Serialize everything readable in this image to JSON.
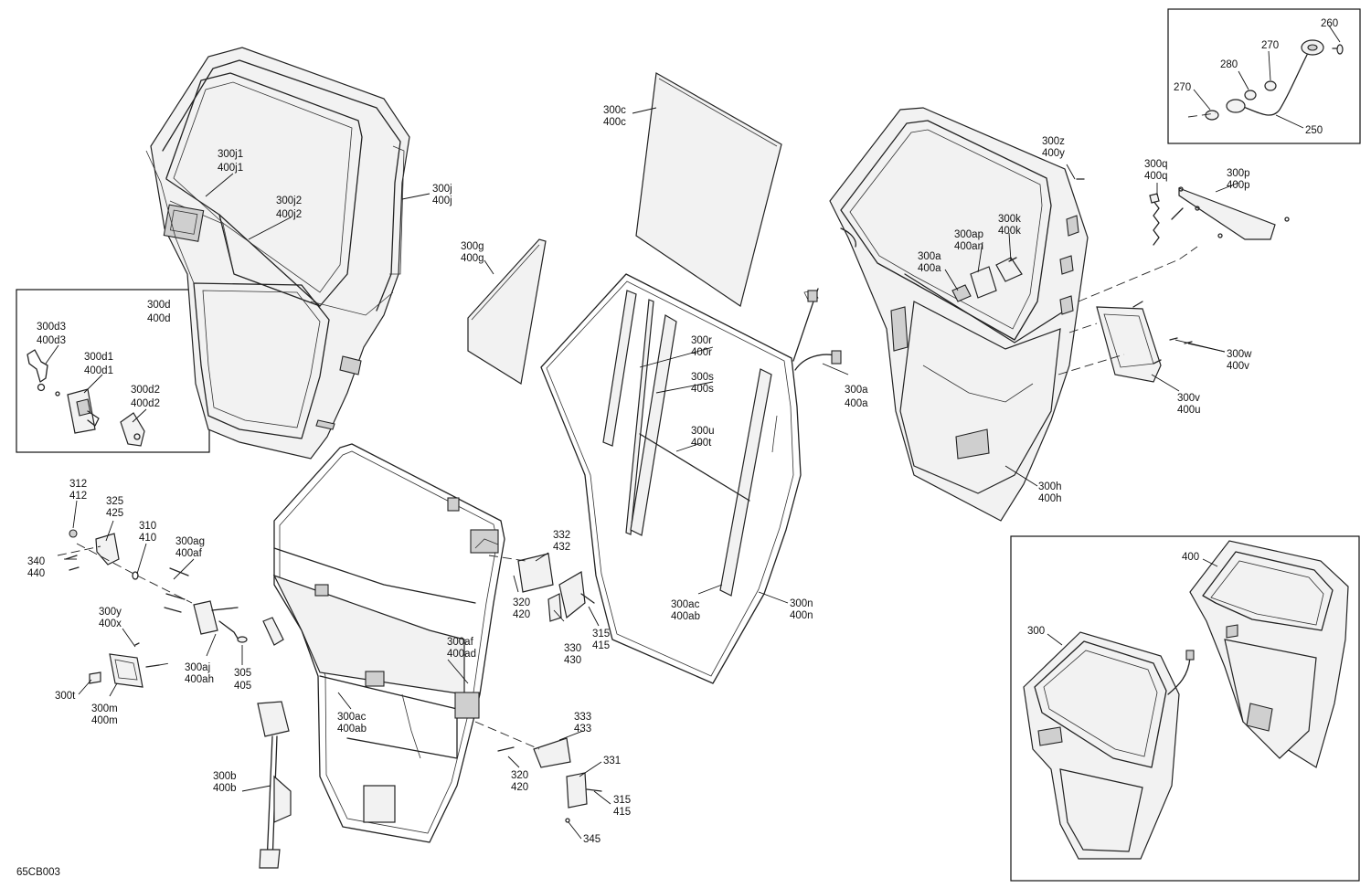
{
  "figure_code": "65CB003",
  "callouts": {
    "door_panel_j1": [
      "300j1",
      "400j1"
    ],
    "door_panel_j2": [
      "300j2",
      "400j2"
    ],
    "door_panel_j": [
      "300j",
      "400j"
    ],
    "latch_kit": [
      "300d",
      "400d"
    ],
    "latch_d3": [
      "300d3",
      "400d3"
    ],
    "latch_d1": [
      "300d1",
      "400d1"
    ],
    "latch_d2": [
      "300d2",
      "400d2"
    ],
    "glass_g": [
      "300g",
      "400g"
    ],
    "glass_c": [
      "300c",
      "400c"
    ],
    "channel_r": [
      "300r",
      "400r"
    ],
    "channel_s": [
      "300s",
      "400s"
    ],
    "rod_u": [
      "300u",
      "400t"
    ],
    "wire_a_center": [
      "300a",
      "400a"
    ],
    "seal_ac_center": [
      "300ac",
      "400ab"
    ],
    "seal_n": [
      "300n",
      "400n"
    ],
    "screw_z": [
      "300z",
      "400y"
    ],
    "switch_ap": [
      "300ap",
      "400an"
    ],
    "connector_k": [
      "300k",
      "400k"
    ],
    "connector_a_right": [
      "300a",
      "400a"
    ],
    "spring_q": [
      "300q",
      "400q"
    ],
    "plate_p": [
      "300p",
      "400p"
    ],
    "screw_w": [
      "300w",
      "400v"
    ],
    "pocket_v": [
      "300v",
      "400u"
    ],
    "door_h": [
      "300h",
      "400h"
    ],
    "nut_312": [
      "312",
      "412"
    ],
    "bracket_325": [
      "325",
      "425"
    ],
    "washer_310": [
      "310",
      "410"
    ],
    "bolt_340": [
      "340",
      "440"
    ],
    "pin_ag": [
      "300ag",
      "400af"
    ],
    "screw_y": [
      "300y",
      "400x"
    ],
    "handle_t": [
      "300t"
    ],
    "handle_m": [
      "300m",
      "400m"
    ],
    "pin_aj": [
      "300aj",
      "400ah"
    ],
    "pin_305": [
      "305",
      "405"
    ],
    "striker_332": [
      "332",
      "432"
    ],
    "bolt_320_top": [
      "320",
      "420"
    ],
    "plate_330": [
      "330",
      "430"
    ],
    "screw_315_top": [
      "315",
      "415"
    ],
    "frame_af": [
      "300af",
      "400ad"
    ],
    "seal_ac_left": [
      "300ac",
      "400ab"
    ],
    "regulator_b": [
      "300b",
      "400b"
    ],
    "striker_333": [
      "333",
      "433"
    ],
    "bolt_320_bottom": [
      "320",
      "420"
    ],
    "plate_331": [
      "331"
    ],
    "screw_315_bottom": [
      "315",
      "415"
    ],
    "screw_345": [
      "345"
    ],
    "strap_260": [
      "260"
    ],
    "washer_270_top": [
      "270"
    ],
    "bushing_280": [
      "280"
    ],
    "washer_270_left": [
      "270"
    ],
    "strap_250": [
      "250"
    ],
    "door_assembly_400": [
      "400"
    ],
    "door_assembly_300": [
      "300"
    ]
  }
}
